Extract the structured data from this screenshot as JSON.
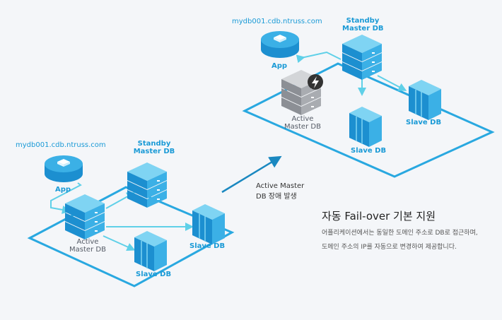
{
  "scene1": {
    "dns": "mydb001.cdb.ntruss.com",
    "app_label": "App",
    "standby_line1": "Standby",
    "standby_line2": "Master DB",
    "active_line1": "Active",
    "active_line2": "Master DB",
    "slave1": "Slave DB",
    "slave2": "Slave DB"
  },
  "event": {
    "line1": "Active Master",
    "line2": "DB 장애 발생"
  },
  "scene2": {
    "dns": "mydb001.cdb.ntruss.com",
    "app_label": "App",
    "standby_line1": "Standby",
    "standby_line2": "Master DB",
    "active_line1": "Active",
    "active_line2": "Master DB",
    "slave1": "Slave DB",
    "slave2": "Slave DB"
  },
  "info": {
    "title": "자동 Fail-over 기본 지원",
    "desc_line1": "어플리케이션에서는 동일한 도메인 주소로 DB로 접근하며,",
    "desc_line2": "도메인 주소의 IP를 자동으로 변경하여 제공합니다."
  },
  "colors": {
    "accent": "#1a9ad6",
    "platform": "#29a8e0",
    "link": "#5fd0e8",
    "failed": "#9a9da3",
    "alert": "#333333"
  },
  "icons": {
    "app": "app-node-icon",
    "server": "server-stack-icon",
    "storage": "storage-cube-icon",
    "failure": "lightning-bolt-icon",
    "transition": "arrow-up-right-icon"
  }
}
